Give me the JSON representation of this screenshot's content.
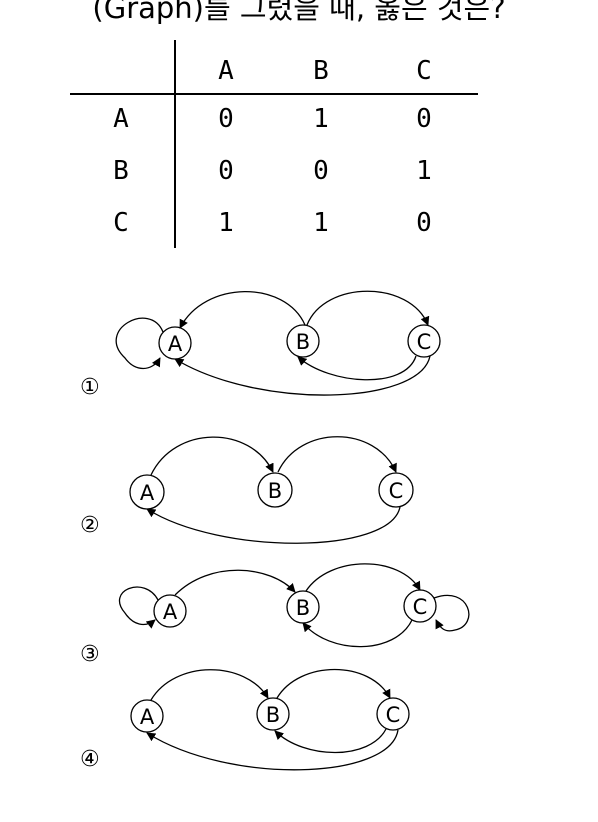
{
  "question": "(Graph)를 그렸을 때, 옳은 것은?",
  "matrix": {
    "col_headers": [
      "A",
      "B",
      "C"
    ],
    "rows": [
      {
        "label": "A",
        "values": [
          "0",
          "1",
          "0"
        ]
      },
      {
        "label": "B",
        "values": [
          "0",
          "0",
          "1"
        ]
      },
      {
        "label": "C",
        "values": [
          "1",
          "1",
          "0"
        ]
      }
    ]
  },
  "options": [
    {
      "label": "①",
      "nodes": [
        "A",
        "B",
        "C"
      ]
    },
    {
      "label": "②",
      "nodes": [
        "A",
        "B",
        "C"
      ]
    },
    {
      "label": "③",
      "nodes": [
        "A",
        "B",
        "C"
      ]
    },
    {
      "label": "④",
      "nodes": [
        "A",
        "B",
        "C"
      ]
    }
  ]
}
